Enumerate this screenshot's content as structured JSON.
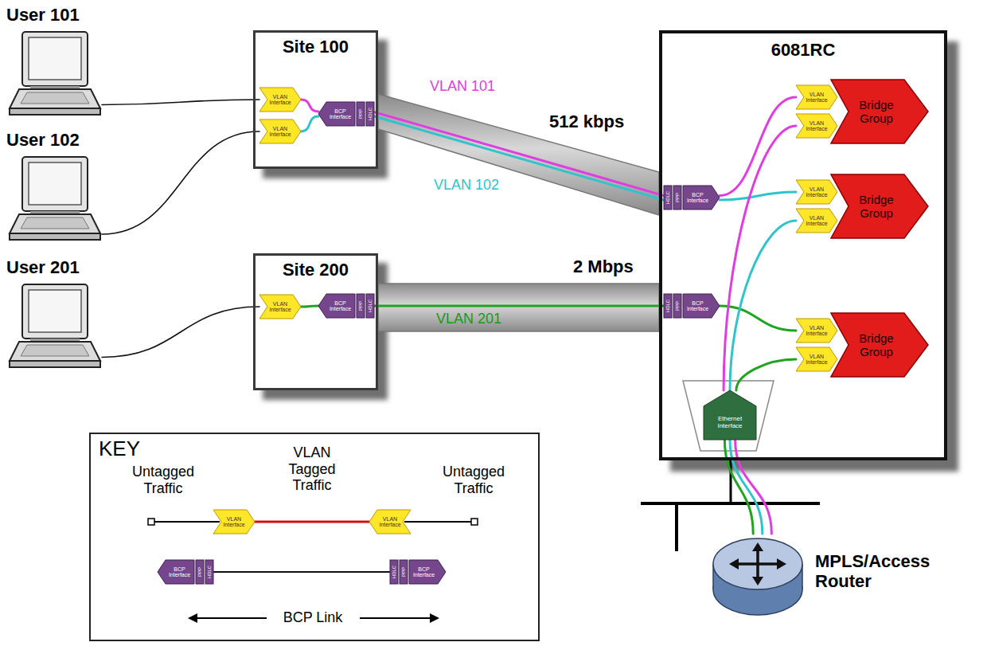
{
  "diagram": {
    "nodes": [
      {
        "text": [
          "User 101"
        ]
      },
      {
        "text": [
          "User 102"
        ]
      },
      {
        "text": [
          "Site 100"
        ]
      },
      {
        "text": [
          "VLAN Interface"
        ],
        "in": 2
      },
      {
        "text": [
          "VLAN Interface"
        ],
        "in": 2
      },
      {
        "text": [
          "BCP Interface",
          "PPP",
          "HDLC"
        ],
        "in": 2
      },
      {
        "text": [
          "User 201"
        ]
      },
      {
        "text": [
          "Site 200"
        ]
      },
      {
        "text": [
          "VLAN Interface"
        ],
        "in": 7
      },
      {
        "text": [
          "BCP Interface",
          "PPP",
          "HDLC"
        ],
        "in": 7
      },
      {
        "text": [
          "6081RC"
        ]
      },
      {
        "text": [
          "HDLC",
          "PPP",
          "BCP Interface"
        ],
        "in": 10
      },
      {
        "text": [
          "HDLC",
          "PPP",
          "BCP Interface"
        ],
        "in": 10
      },
      {
        "text": [
          "VLAN Interface"
        ],
        "in": 10
      },
      {
        "text": [
          "VLAN Interface"
        ],
        "in": 10
      },
      {
        "text": [
          "VLAN Interface"
        ],
        "in": 10
      },
      {
        "text": [
          "VLAN Interface"
        ],
        "in": 10
      },
      {
        "text": [
          "VLAN Interface"
        ],
        "in": 10
      },
      {
        "text": [
          "VLAN Interface"
        ],
        "in": 10
      },
      {
        "text": [
          "Bridge Group"
        ],
        "in": 10
      },
      {
        "text": [
          "Bridge Group"
        ],
        "in": 10
      },
      {
        "text": [
          "Bridge Group"
        ],
        "in": 10
      },
      {
        "text": [
          "Ethernet Interface"
        ],
        "in": 10
      },
      {
        "text": [
          "MPLS/Access Router"
        ]
      },
      {
        "text": [
          "KEY"
        ]
      },
      {
        "text": [
          "VLAN Interface"
        ],
        "in": 24
      },
      {
        "text": [
          "VLAN Interface"
        ],
        "in": 24
      },
      {
        "text": [
          "BCP Interface",
          "PPP",
          "HDLC"
        ],
        "in": 24
      },
      {
        "text": [
          "HDLC",
          "PPP",
          "BCP Interface"
        ],
        "in": 24
      }
    ],
    "edges": [
      {
        "from": 0,
        "to": 3,
        "arrow": "none"
      },
      {
        "from": 1,
        "to": 4,
        "arrow": "none"
      },
      {
        "from": 3,
        "to": 5,
        "arrow": "none"
      },
      {
        "from": 4,
        "to": 5,
        "arrow": "none"
      },
      {
        "from": 5,
        "to": 11,
        "arrow": "none"
      },
      {
        "from": 5,
        "to": 11,
        "arrow": "none"
      },
      {
        "from": 6,
        "to": 8,
        "arrow": "none"
      },
      {
        "from": 8,
        "to": 9,
        "arrow": "none"
      },
      {
        "from": 9,
        "to": 12,
        "arrow": "none"
      },
      {
        "from": 11,
        "to": 13,
        "arrow": "none"
      },
      {
        "from": 11,
        "to": 15,
        "arrow": "none"
      },
      {
        "from": 12,
        "to": 17,
        "arrow": "none"
      },
      {
        "from": 22,
        "to": 14,
        "arrow": "none"
      },
      {
        "from": 22,
        "to": 16,
        "arrow": "none"
      },
      {
        "from": 22,
        "to": 18,
        "arrow": "none"
      },
      {
        "from": 22,
        "to": 23,
        "arrow": "none"
      },
      {
        "from": 22,
        "to": 23,
        "arrow": "none"
      },
      {
        "from": 22,
        "to": 23,
        "arrow": "none"
      },
      {
        "from": 25,
        "to": 26,
        "arrow": "none"
      },
      {
        "from": 27,
        "to": 28,
        "arrow": "none"
      }
    ],
    "labels": [
      "VLAN 101",
      "VLAN 102",
      "512 kbps",
      "2 Mbps",
      "VLAN 201",
      "Untagged Traffic",
      "VLAN Tagged Traffic",
      "Untagged Traffic",
      "BCP Link"
    ]
  }
}
